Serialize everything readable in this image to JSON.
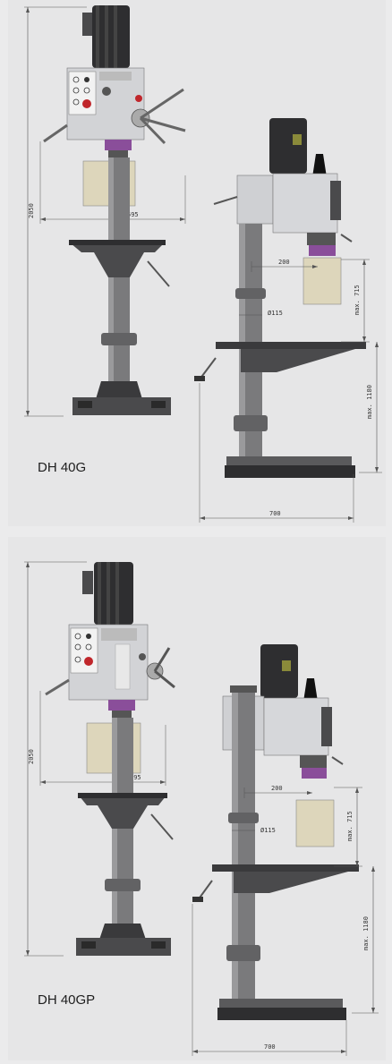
{
  "drawings": [
    {
      "model": "DH 40G",
      "front_view": {
        "height_total": "2050",
        "width_span": "595"
      },
      "side_view": {
        "head_reach": "200",
        "column_diameter": "Ø115",
        "spindle_travel": "max. 715",
        "table_height": "max. 1180",
        "base_depth": "700"
      }
    },
    {
      "model": "DH 40GP",
      "front_view": {
        "height_total": "2050",
        "width_span": "595"
      },
      "side_view": {
        "head_reach": "200",
        "column_diameter": "Ø115",
        "spindle_travel": "max. 715",
        "table_height": "max. 1180",
        "base_depth": "700"
      }
    }
  ],
  "colors": {
    "background": "#e6e6e7",
    "machine_gray": "#6e6e70",
    "dark": "#2b2b2d",
    "chuck_purple": "#8a4e9a",
    "guard_amber": "#d8cfa8",
    "switch_red": "#c0262b"
  }
}
